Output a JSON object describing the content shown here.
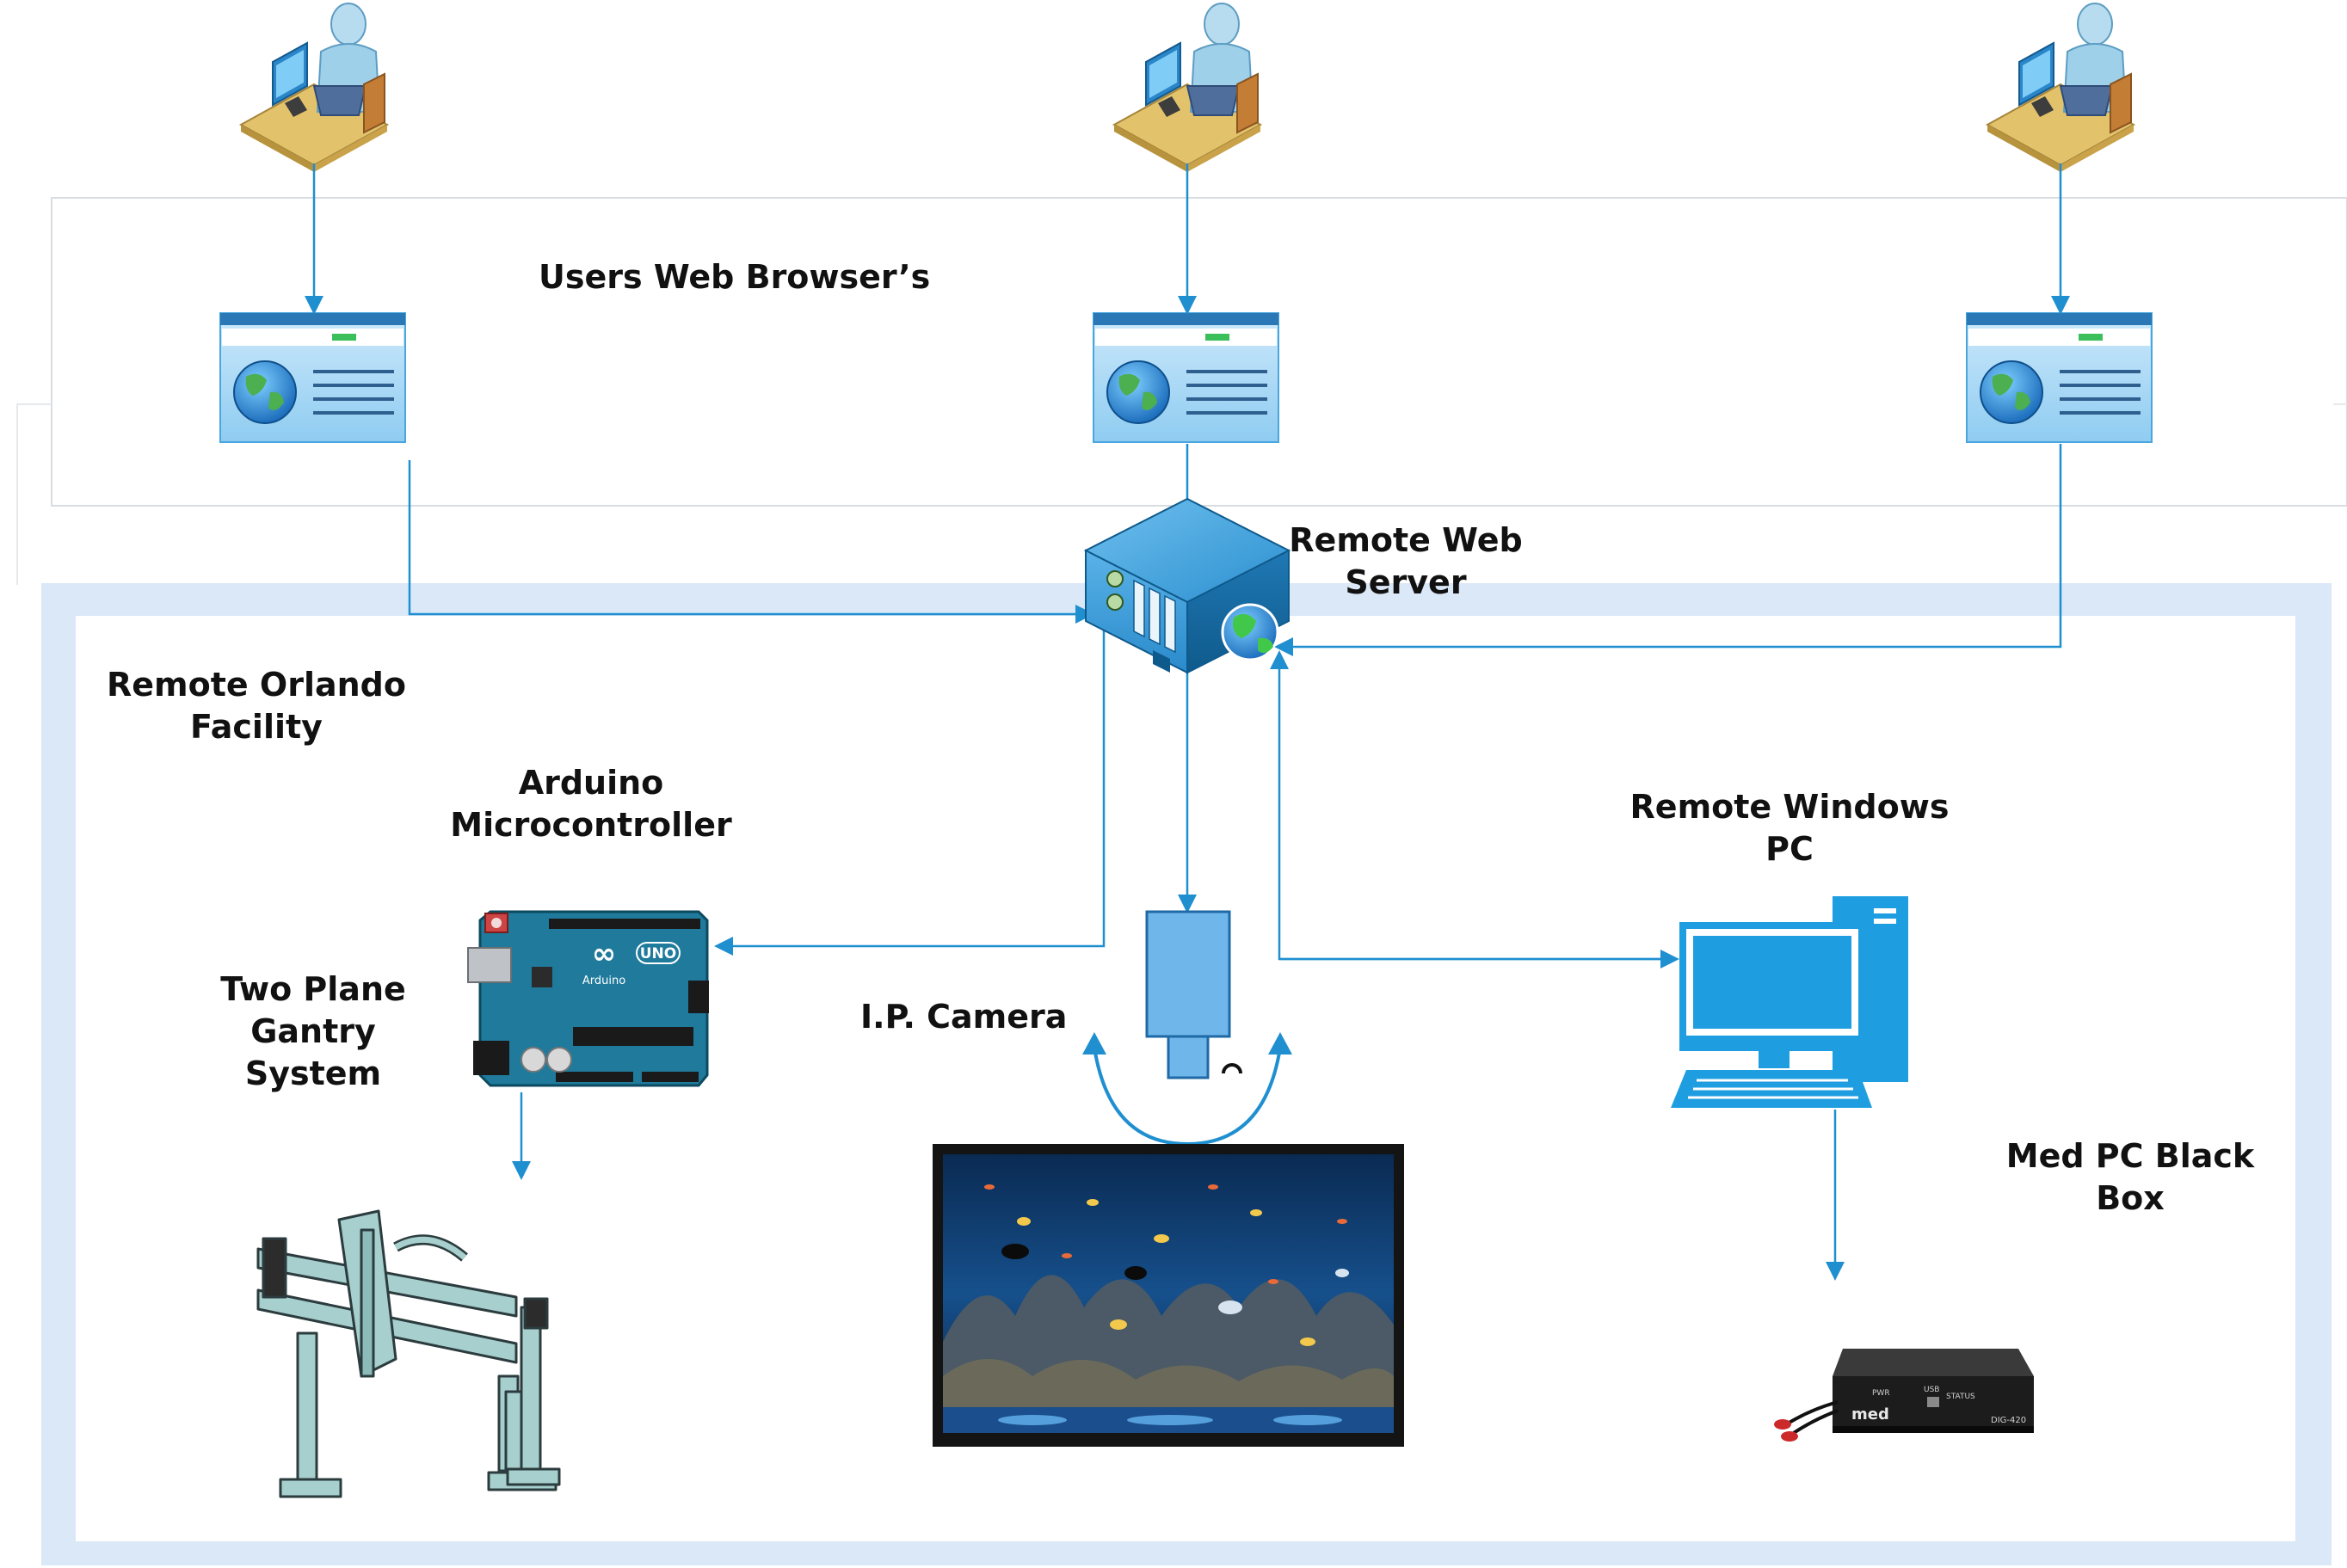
{
  "labels": {
    "users_web_browsers": "Users Web Browser’s",
    "remote_web_server": [
      "Remote Web",
      "Server"
    ],
    "remote_orlando_facility": [
      "Remote Orlando",
      "Facility"
    ],
    "arduino_microcontroller": [
      "Arduino",
      "Microcontroller"
    ],
    "two_plane_gantry_system": [
      "Two Plane",
      "Gantry",
      "System"
    ],
    "ip_camera": "I.P. Camera",
    "remote_windows_pc": [
      "Remote Windows",
      "PC"
    ],
    "med_pc_black_box": [
      "Med PC Black",
      "Box"
    ]
  },
  "arduino_board": {
    "logo": "∞",
    "model": "UNO",
    "brand": "Arduino"
  },
  "med_box": {
    "brand": "med",
    "pwr": "PWR",
    "usb": "USB",
    "status": "STATUS",
    "model": "DIG-420"
  },
  "colors": {
    "connector": "#1f8fd0",
    "facility_frame": "#dbe8f7",
    "panel_border": "#d9dde2",
    "pc_blue": "#1e9ee0",
    "server_blue": "#2b8fcf"
  }
}
